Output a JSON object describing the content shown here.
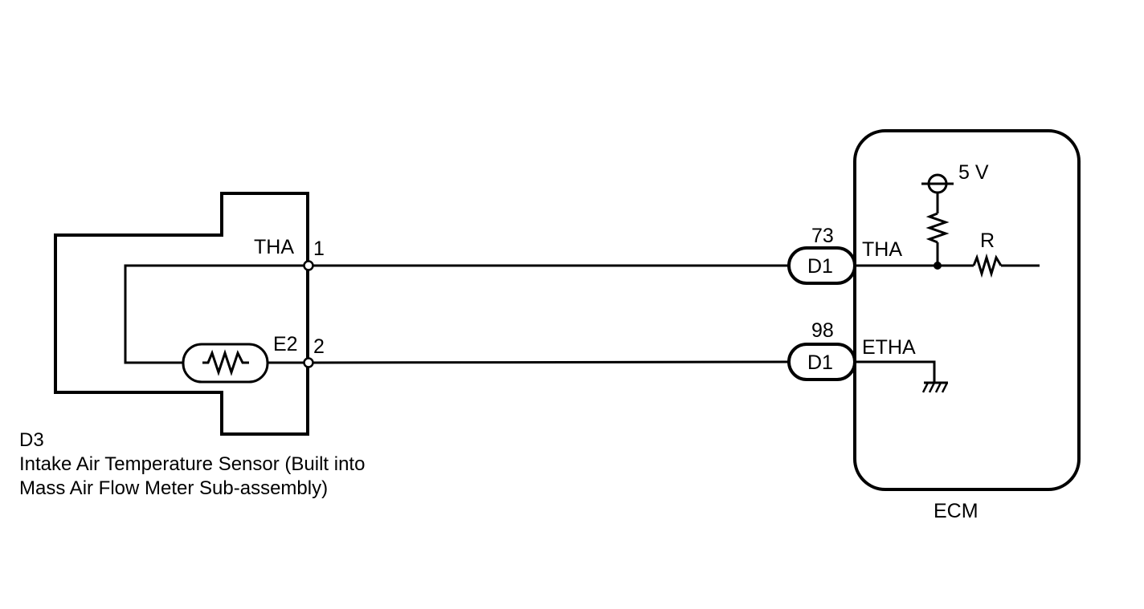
{
  "sensor": {
    "connector_id": "D3",
    "name_line1": "Intake Air Temperature Sensor (Built into",
    "name_line2": "Mass Air Flow Meter Sub-assembly)",
    "pin1": {
      "signal": "THA",
      "number": "1"
    },
    "pin2": {
      "signal": "E2",
      "number": "2"
    }
  },
  "ecm": {
    "label": "ECM",
    "supply": "5 V",
    "resistor": "R",
    "pin_tha": {
      "connector": "D1",
      "number": "73",
      "signal": "THA"
    },
    "pin_etha": {
      "connector": "D1",
      "number": "98",
      "signal": "ETHA"
    }
  }
}
